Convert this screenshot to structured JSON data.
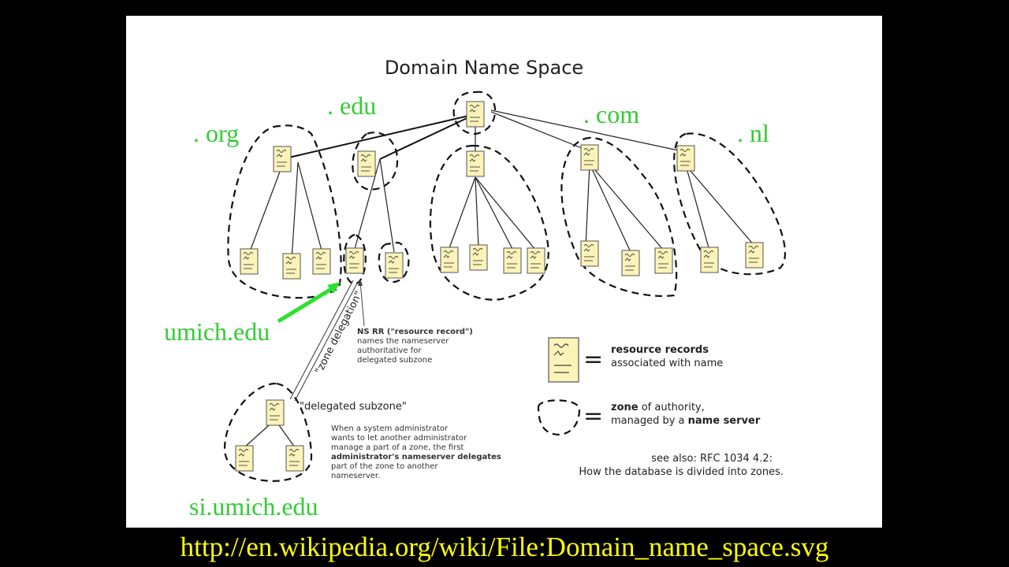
{
  "slide": {
    "title": "Domain Name Space",
    "labels": {
      "org": ". org",
      "edu": ". edu",
      "com": ". com",
      "nl": ". nl",
      "umich": "umich.edu",
      "si_umich": "si.umich.edu"
    },
    "zone_delegation": "\"zone delegation\"",
    "ns_rr_note": [
      "NS RR (\"resource record\")",
      "names the nameserver",
      "authoritative for",
      "delegated subzone"
    ],
    "delegated_subzone": "\"delegated subzone\"",
    "delegation_note": [
      "When a system administrator",
      "wants to let another administrator",
      "manage a part of a zone, the first",
      "administrator's nameserver delegates",
      "part of the zone to another",
      "nameserver."
    ],
    "legend": {
      "resource_records_bold": "resource records",
      "resource_records_rest": "associated with name",
      "zone_bold": "zone",
      "zone_rest": " of authority,",
      "zone_line2_pre": "managed by a ",
      "zone_line2_bold": "name server",
      "equals": "="
    },
    "see_also": [
      "see also: RFC 1034 4.2:",
      "How the database is divided into zones."
    ]
  },
  "source_url": "http://en.wikipedia.org/wiki/File:Domain_name_space.svg",
  "colors": {
    "label_green": "#33cc33",
    "url_yellow": "#ffff00",
    "record_fill": "#fbf3b8"
  },
  "icons": [
    "resource-record-icon",
    "zone-outline-icon",
    "green-arrow-icon"
  ]
}
